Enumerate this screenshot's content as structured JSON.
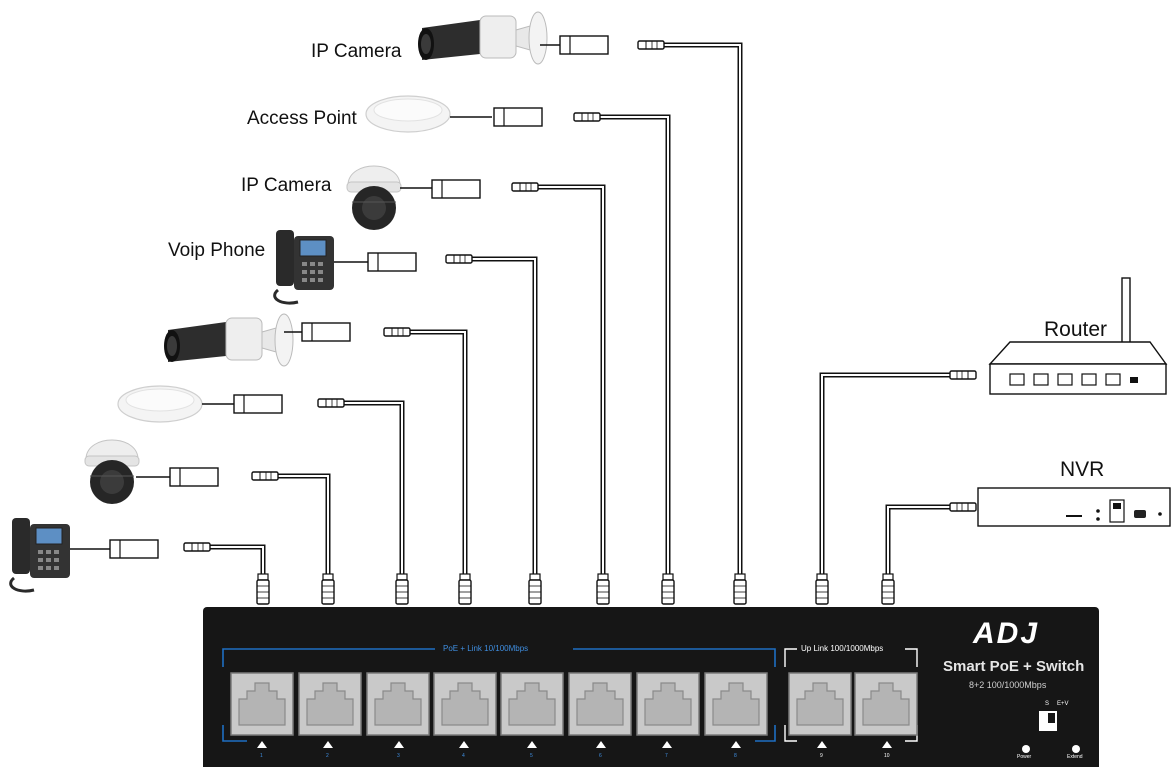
{
  "labels": {
    "ip_camera_top": "IP Camera",
    "access_point": "Access Point",
    "ip_camera_dome": "IP Camera",
    "voip_phone": "Voip Phone",
    "router": "Router",
    "nvr": "NVR"
  },
  "switch": {
    "brand": "ADJ",
    "title": "Smart PoE + Switch",
    "subtitle": "8+2 100/1000Mbps",
    "poe_group_label": "PoE + Link  10/100Mbps",
    "uplink_group_label": "Up Link  100/1000Mbps",
    "port_numbers": [
      "1",
      "2",
      "3",
      "4",
      "5",
      "6",
      "7",
      "8",
      "9",
      "10"
    ],
    "led_labels": [
      "Power",
      "Extend"
    ],
    "dip_switch_labels": [
      "S",
      "E+V"
    ]
  },
  "colors": {
    "switch_body": "#161616",
    "port_group_line": "#1f6fc2",
    "port_face": "#c9c9c9"
  }
}
